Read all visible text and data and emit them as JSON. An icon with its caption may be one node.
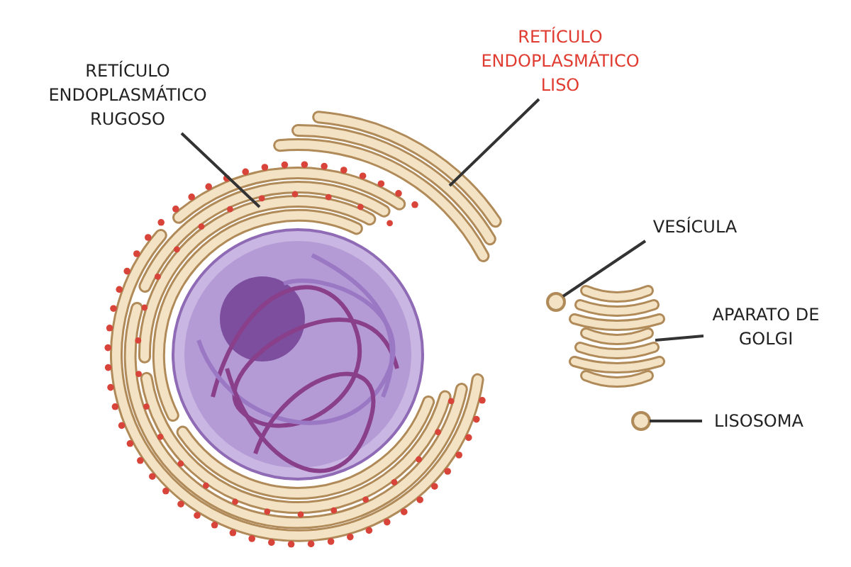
{
  "diagram": {
    "nodes": [
      {
        "text": [
          "RETÍCULO ENDOPLASMÁTICO RUGOSO"
        ]
      },
      {
        "text": [],
        "shape": "picture"
      },
      {
        "text": [
          "RETÍCULO ENDOPLASMÁTICO LISO"
        ]
      },
      {
        "text": [],
        "shape": "picture"
      },
      {
        "text": [
          "VESÍCULA"
        ]
      },
      {
        "text": [],
        "shape": "circle"
      },
      {
        "text": [
          "APARATO DE GOLGI"
        ]
      },
      {
        "text": [],
        "shape": "picture"
      },
      {
        "text": [
          "LISOSOMA"
        ]
      },
      {
        "text": [],
        "shape": "circle"
      }
    ],
    "edges": [
      {
        "from": 0,
        "to": 1,
        "arrow": "none"
      },
      {
        "from": 2,
        "to": 3,
        "arrow": "none"
      },
      {
        "from": 4,
        "to": 5,
        "arrow": "none"
      },
      {
        "from": 6,
        "to": 7,
        "arrow": "none"
      },
      {
        "from": 8,
        "to": 9,
        "arrow": "none"
      }
    ]
  }
}
